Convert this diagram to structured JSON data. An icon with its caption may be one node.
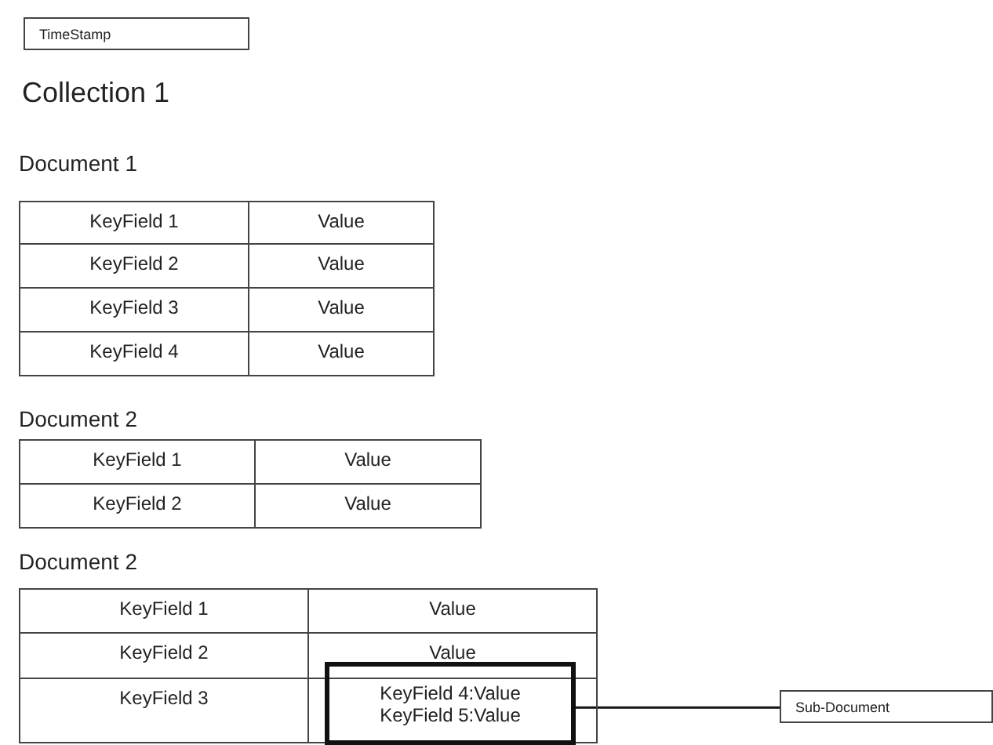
{
  "diagram": {
    "title": "Collection 1",
    "nodes": [
      {
        "text": [
          "TimeStamp"
        ]
      },
      {
        "text": [
          "KeyField 4:Value KeyField 5:Value"
        ]
      },
      {
        "text": [
          "Sub-Document"
        ]
      }
    ],
    "edges": [
      {
        "from": 1,
        "to": 2,
        "arrow": "none"
      }
    ],
    "labels": [
      "Document 1",
      "KeyField 1",
      "Value",
      "KeyField 2",
      "Value",
      "KeyField 3",
      "Value",
      "KeyField 4",
      "Value",
      "Document 2",
      "KeyField 1",
      "Value",
      "KeyField 2",
      "Value",
      "Document 2",
      "KeyField 1",
      "Value",
      "KeyField 2",
      "Value",
      "KeyField 3"
    ]
  }
}
